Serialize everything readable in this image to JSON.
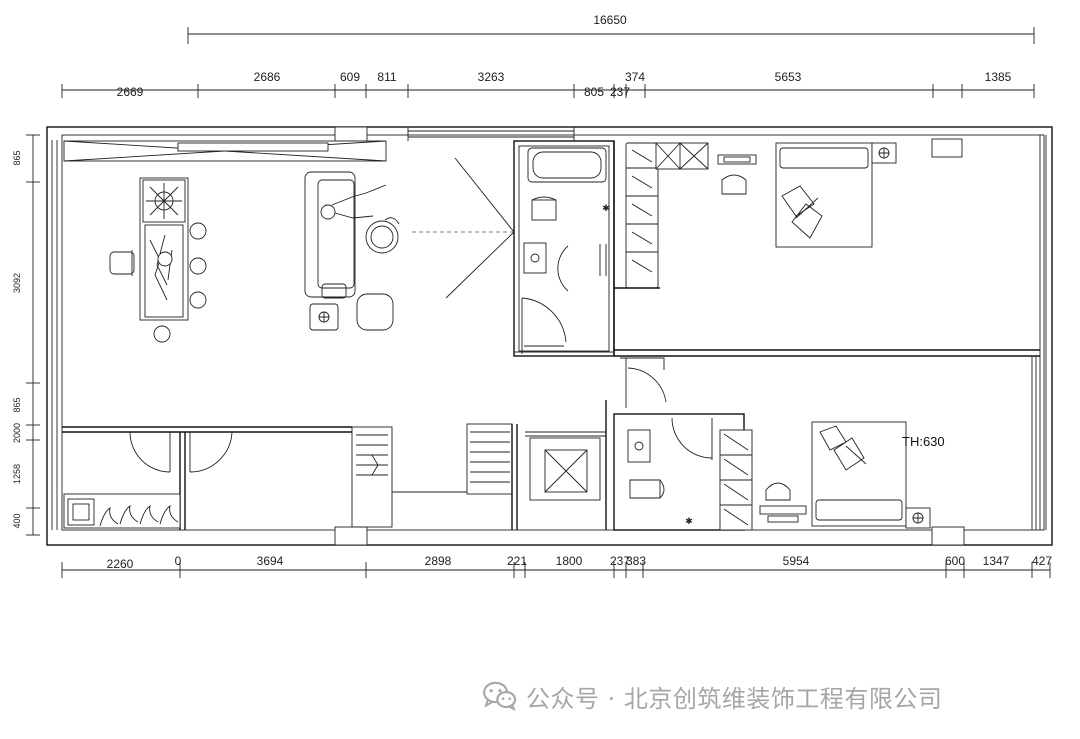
{
  "dimensions": {
    "top_overall": "16650",
    "top_row": [
      "2669",
      "2686",
      "609",
      "811",
      "3263",
      "805",
      "237",
      "374",
      "5653",
      "1385"
    ],
    "bottom_row": [
      "2260",
      "0",
      "3694",
      "2898",
      "221",
      "1800",
      "237",
      "383",
      "5954",
      "600",
      "1347",
      "427"
    ],
    "left_column": [
      "865",
      "3092",
      "865",
      "2000",
      "1258",
      "400"
    ]
  },
  "labels": {
    "ceiling_height": "TH:630"
  },
  "watermark": {
    "text": "公众号 · 北京创筑维装饰工程有限公司",
    "icon": "wechat-logo-icon"
  },
  "colors": {
    "line": "#111111",
    "watermark": "#a6a6a6",
    "background": "#ffffff"
  }
}
